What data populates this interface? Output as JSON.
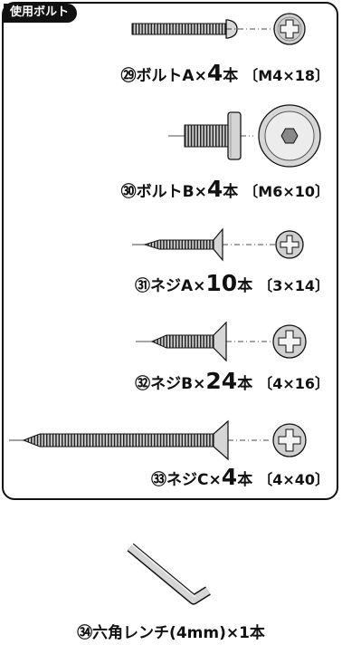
{
  "header": {
    "badge_label": "使用ボルト"
  },
  "parts": [
    {
      "num": "㉙",
      "name": "ボルトA",
      "times": "×",
      "qty": "4",
      "unit": "本",
      "spec": "〔M4×18〕"
    },
    {
      "num": "㉚",
      "name": "ボルトB",
      "times": "×",
      "qty": "4",
      "unit": "本",
      "spec": "〔M6×10〕"
    },
    {
      "num": "㉛",
      "name": "ネジA",
      "times": "×",
      "qty": "10",
      "unit": "本",
      "spec": "〔3×14〕"
    },
    {
      "num": "㉜",
      "name": "ネジB",
      "times": "×",
      "qty": "24",
      "unit": "本",
      "spec": "〔4×16〕"
    },
    {
      "num": "㉝",
      "name": "ネジC",
      "times": "×",
      "qty": "4",
      "unit": "本",
      "spec": "〔4×40〕"
    }
  ],
  "wrench": {
    "label": "㉞六角レンチ(4mm)×1本"
  }
}
